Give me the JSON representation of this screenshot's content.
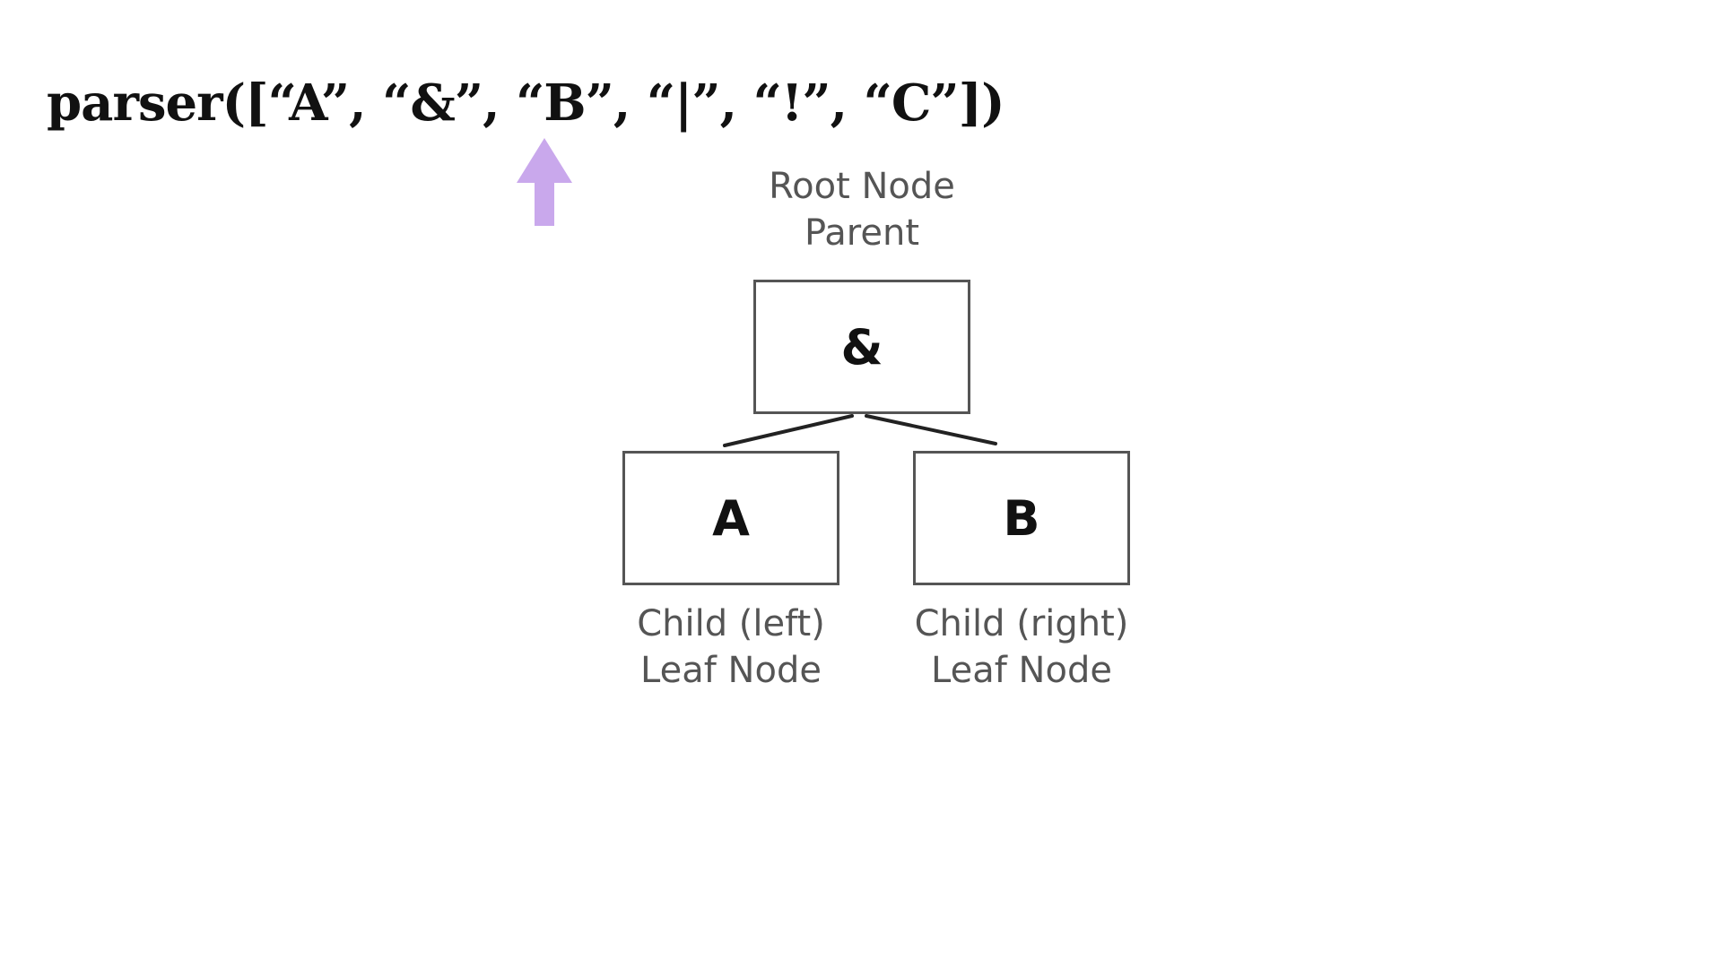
{
  "code": {
    "text": "parser([“A”, “&”, “B”, “|”, “!”, “C”])"
  },
  "root": {
    "label_line1": "Root Node",
    "label_line2": "Parent",
    "symbol": "&"
  },
  "left_child": {
    "symbol": "A",
    "label_line1": "Child (left)",
    "label_line2": "Leaf Node"
  },
  "right_child": {
    "symbol": "B",
    "label_line1": "Child (right)",
    "label_line2": "Leaf Node"
  },
  "colors": {
    "arrow": "#c9a8ec",
    "box_border": "#555555",
    "caption_text": "#555555",
    "main_text": "#111111"
  },
  "icons": {
    "pointer": "up-arrow-icon"
  }
}
